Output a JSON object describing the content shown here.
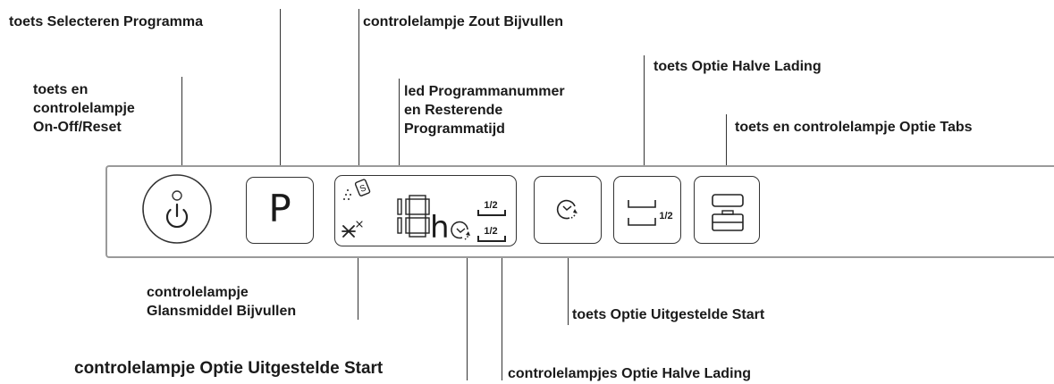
{
  "labels": {
    "program_button": "toets Selecteren Programma",
    "salt_lamp": "controlelampje Zout Bijvullen",
    "half_load_button": "toets Optie Halve Lading",
    "onoff": "toets en\ncontrolelampje\nOn-Off/Reset",
    "program_led": "led Programmanummer\nen Resterende\nProgrammatijd",
    "tabs": "toets en controlelampje Optie Tabs",
    "rinse_aid": "controlelampje\nGlansmiddel Bijvullen",
    "delay_button": "toets Optie Uitgestelde Start",
    "delay_lamp": "controlelampje Optie Uitgestelde Start",
    "half_load_lamps": "controlelampjes Optie Halve Lading"
  },
  "panel": {
    "program_key": "P",
    "display_digits": "18",
    "display_unit": "h",
    "half_load_text": "1/2",
    "half_load_button_text": "1/2"
  },
  "icons": {
    "onoff": "power-icon",
    "salt": "salt-icon",
    "rinse": "rinse-aid-icon",
    "delay": "clock-delay-icon",
    "half": "half-load-icon",
    "tabs": "tabs-icon"
  }
}
